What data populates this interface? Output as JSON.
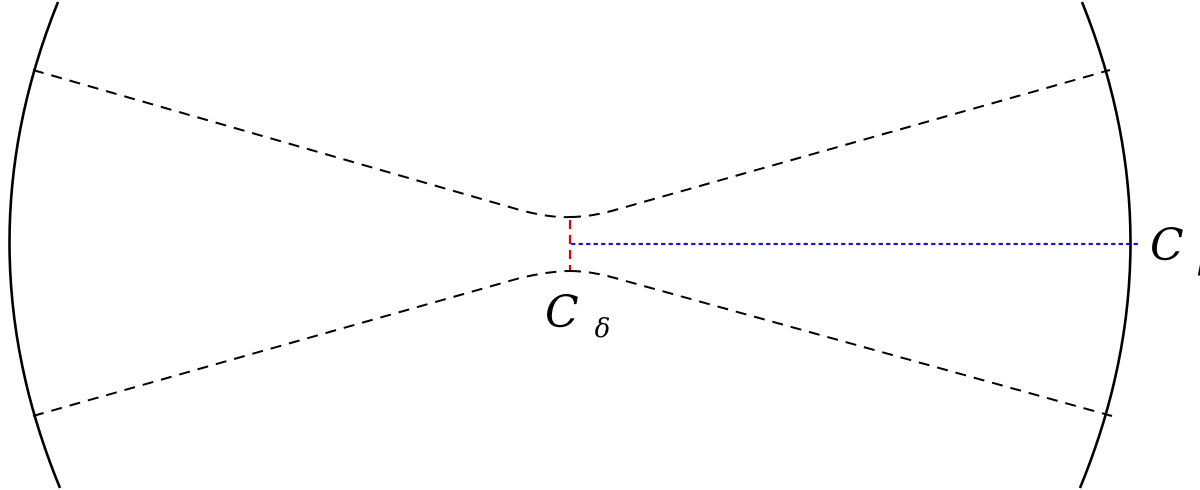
{
  "labels": {
    "delta_main": "C",
    "delta_sub": "δ",
    "beta_main": "C",
    "beta_sub": "β"
  },
  "colors": {
    "boundary": "#000000",
    "geodesic": "#000000",
    "delta_segment": "#e00000",
    "beta_segment": "#1a1acc",
    "text": "#000000"
  }
}
